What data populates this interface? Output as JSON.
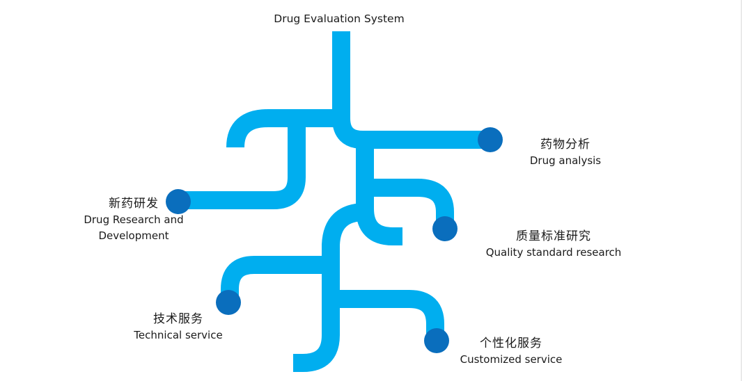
{
  "title": "Drug Evaluation System",
  "colors": {
    "branch": "#00aeef",
    "node": "#0a6ebd",
    "text": "#1a1a1a"
  },
  "nodes": [
    {
      "id": "drug-analysis",
      "cn": "药物分析",
      "en": "Drug analysis"
    },
    {
      "id": "new-drug-rd",
      "cn": "新药研发",
      "en_line1": "Drug Research and",
      "en_line2": "Development"
    },
    {
      "id": "quality-standard",
      "cn": "质量标准研究",
      "en": "Quality standard research"
    },
    {
      "id": "technical-service",
      "cn": "技术服务",
      "en": "Technical service"
    },
    {
      "id": "customized-service",
      "cn": "个性化服务",
      "en": "Customized service"
    }
  ]
}
